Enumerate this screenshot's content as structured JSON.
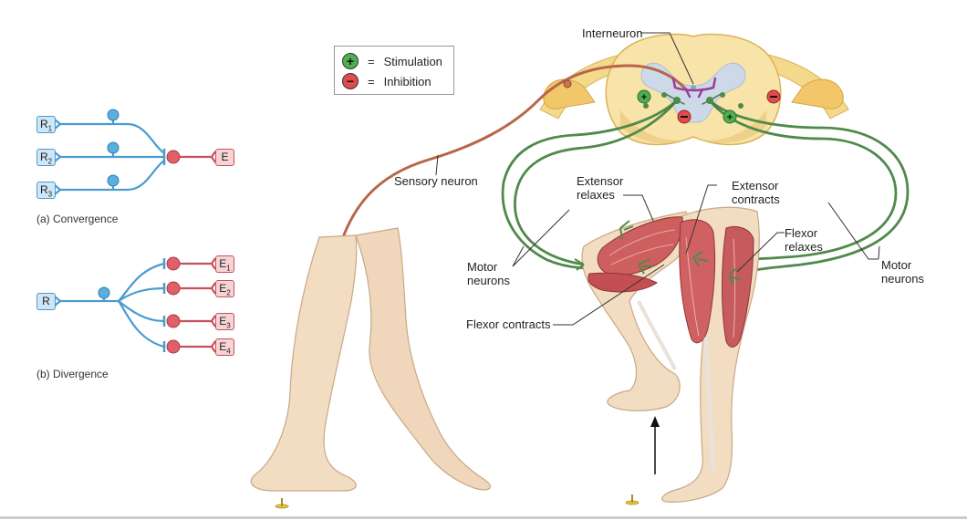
{
  "legend": {
    "stimulation_symbol": "+",
    "stimulation_eq": "=",
    "stimulation_label": "Stimulation",
    "inhibition_symbol": "−",
    "inhibition_eq": "=",
    "inhibition_label": "Inhibition"
  },
  "convergence": {
    "receptors": [
      {
        "letter": "R",
        "sub": "1"
      },
      {
        "letter": "R",
        "sub": "2"
      },
      {
        "letter": "R",
        "sub": "3"
      }
    ],
    "effector": "E",
    "caption": "(a) Convergence"
  },
  "divergence": {
    "receptor": "R",
    "effectors": [
      {
        "letter": "E",
        "sub": "1"
      },
      {
        "letter": "E",
        "sub": "2"
      },
      {
        "letter": "E",
        "sub": "3"
      },
      {
        "letter": "E",
        "sub": "4"
      }
    ],
    "caption": "(b) Divergence"
  },
  "labels": {
    "interneuron": "Interneuron",
    "sensory_neuron": "Sensory neuron",
    "extensor_relaxes_1": "Extensor",
    "extensor_relaxes_2": "relaxes",
    "extensor_contracts_1": "Extensor",
    "extensor_contracts_2": "contracts",
    "flexor_relaxes_1": "Flexor",
    "flexor_relaxes_2": "relaxes",
    "motor_neurons_left_1": "Motor",
    "motor_neurons_left_2": "neurons",
    "motor_neurons_right_1": "Motor",
    "motor_neurons_right_2": "neurons",
    "flexor_contracts": "Flexor contracts"
  },
  "colors": {
    "sensory": "#b8664a",
    "motor": "#4f8a4a",
    "interneuron": "#9b3b9b",
    "neuron_blue": "#4a9ccf",
    "neuron_red": "#c8505a",
    "skin": "#f2dcc2",
    "muscle": "#c9585a",
    "cord_outer": "#f7dfa0",
    "cord_inner": "#cdd9e8"
  }
}
